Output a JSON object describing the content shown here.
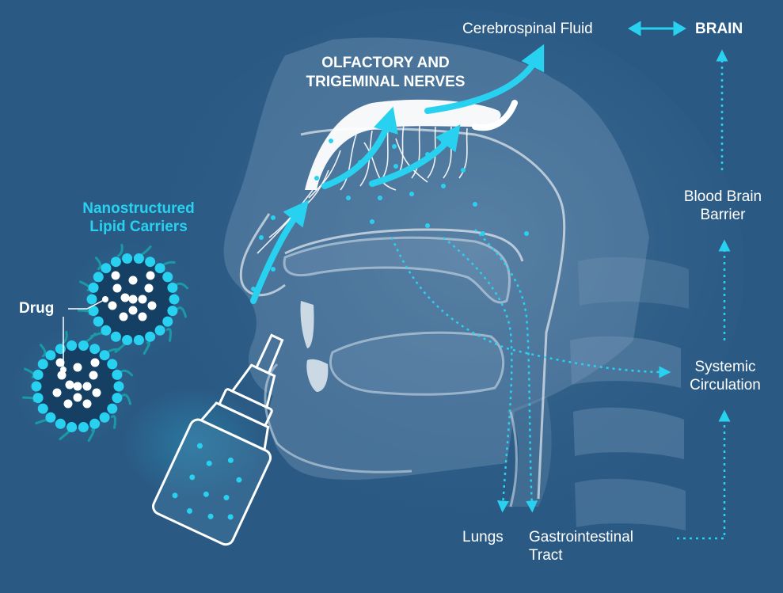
{
  "labels": {
    "csf": "Cerebrospinal Fluid",
    "brain": "BRAIN",
    "nerves_line1": "OLFACTORY AND",
    "nerves_line2": "TRIGEMINAL NERVES",
    "nlc_line1": "Nanostructured",
    "nlc_line2": "Lipid Carriers",
    "drug": "Drug",
    "bbb_line1": "Blood Brain",
    "bbb_line2": "Barrier",
    "systemic_line1": "Systemic",
    "systemic_line2": "Circulation",
    "lungs": "Lungs",
    "gi_line1": "Gastrointestinal",
    "gi_line2": "Tract"
  },
  "colors": {
    "background": "#2a5a84",
    "accent": "#29d1f0",
    "line": "#ffffff",
    "head": "#6f94b4"
  },
  "icons": {
    "spray": "nasal-spray-bottle-icon",
    "particle": "lipid-carrier-particle-icon"
  }
}
